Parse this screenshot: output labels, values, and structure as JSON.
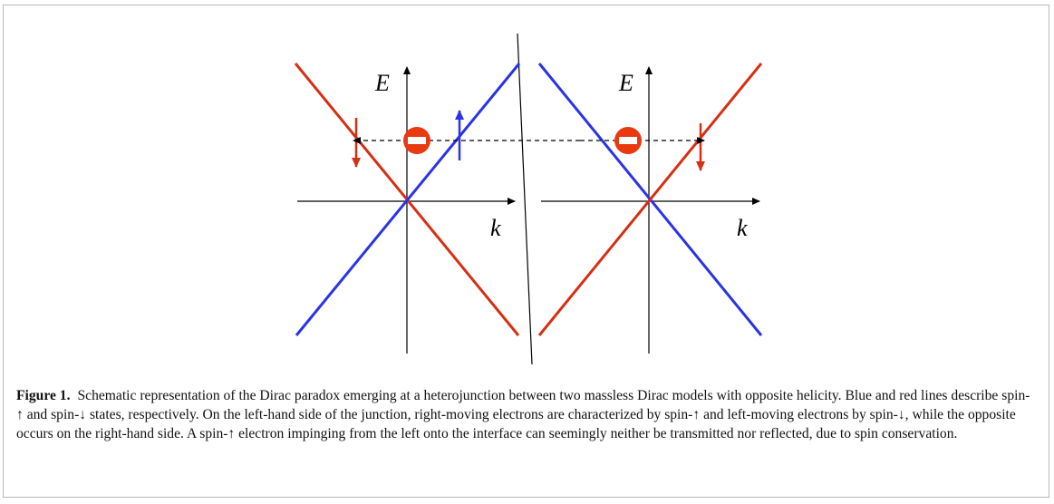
{
  "figure": {
    "left_panel": {
      "energy_label": "E",
      "momentum_label": "k"
    },
    "right_panel": {
      "energy_label": "E",
      "momentum_label": "k"
    },
    "colors": {
      "spin_up": "#2a33e8",
      "spin_down": "#d62f14",
      "no_entry": "#e8390f"
    },
    "icons": [
      "no-entry-icon",
      "spin-up-arrow",
      "spin-down-arrow"
    ]
  },
  "caption": {
    "label": "Figure 1.",
    "text": "Schematic representation of the Dirac paradox emerging at a heterojunction between two massless Dirac models with opposite helicity. Blue and red lines describe spin-↑ and spin-↓ states, respectively. On the left-hand side of the junction, right-moving electrons are characterized by spin-↑ and left-moving electrons by spin-↓, while the opposite occurs on the right-hand side. A spin-↑ electron impinging from the left onto the interface can seemingly neither be transmitted nor reflected, due to spin conservation."
  }
}
